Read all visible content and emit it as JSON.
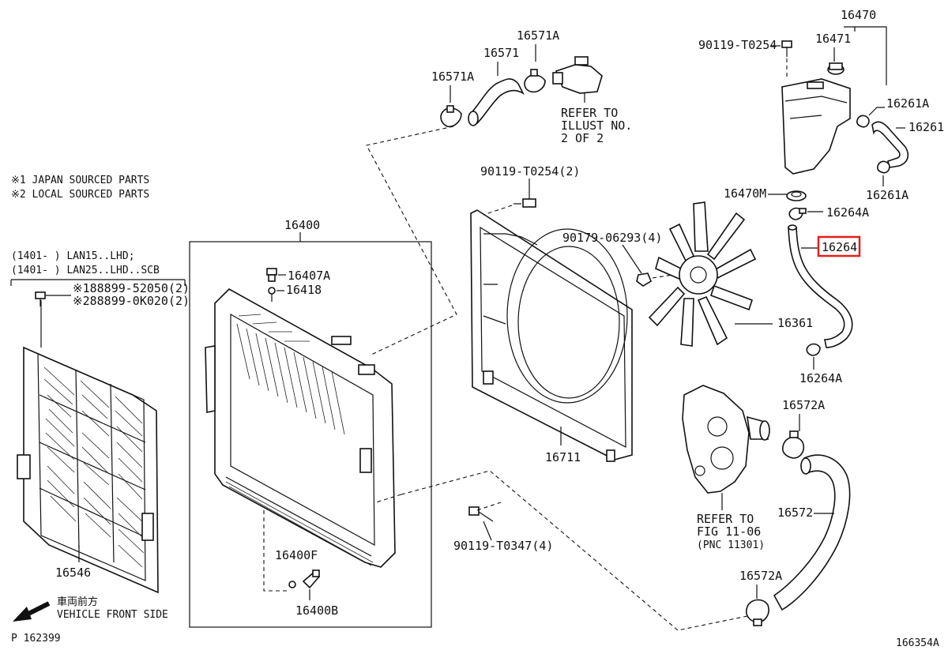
{
  "notes": {
    "note1": "※1 JAPAN SOURCED PARTS",
    "note2": "※2 LOCAL SOURCED PARTS",
    "cond1": "(1401-      ) LAN15..LHD;",
    "cond2": "(1401-      ) LAN25..LHD..SCB",
    "ref_illust": [
      "REFER TO",
      "ILLUST NO.",
      "2 OF 2"
    ],
    "ref_fig": [
      "REFER TO",
      "FIG 11-06",
      "(PNC 11301)"
    ],
    "front_jp": "車両前方",
    "front_en": "VEHICLE FRONT SIDE",
    "page_ref": "P   162399",
    "illust_no": "166354A"
  },
  "parts": {
    "p16470": "16470",
    "p16471": "16471",
    "b90119_t0254_top": "90119-T0254",
    "p16261a_top": "16261A",
    "p16261": "16261",
    "p16261a_bot": "16261A",
    "p16470m": "16470M",
    "p16264a_top": "16264A",
    "p16264": "16264",
    "p16264a_bot": "16264A",
    "p16571a_top": "16571A",
    "p16571": "16571",
    "p16571a_left": "16571A",
    "b90119_t0254_2": "90119-T0254(2)",
    "b90179_06293": "90179-06293(4)",
    "p16361": "16361",
    "p16400": "16400",
    "p16407a": "16407A",
    "p16418": "16418",
    "b188899": "※188899-52050(2)",
    "b288899": "※288899-0K020(2)",
    "p16546": "16546",
    "p16711": "16711",
    "b90119_t0347": "90119-T0347(4)",
    "p16400f": "16400F",
    "p16400b": "16400B",
    "p16572a_top": "16572A",
    "p16572": "16572",
    "p16572a_bot": "16572A"
  },
  "highlight_color": "#e0201c"
}
